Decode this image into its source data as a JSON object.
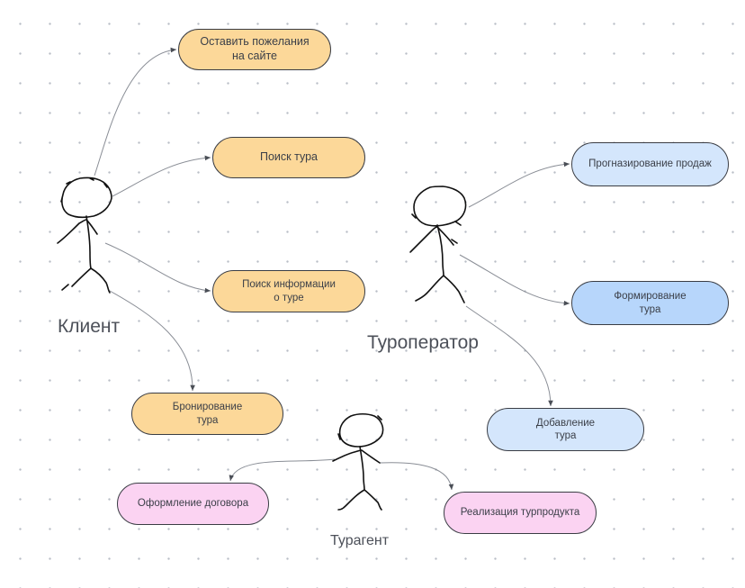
{
  "actors": {
    "client": "Клиент",
    "operator": "Туроператор",
    "agent": "Турагент"
  },
  "use_cases": {
    "client": {
      "wish": "Оставить пожелания\nна сайте",
      "search": "Поиск тура",
      "info": "Поиск информации\nо туре",
      "booking": "Бронирование\nтура"
    },
    "operator": {
      "forecast": "Прогназирование продаж",
      "formation": "Формирование\nтура",
      "adding": "Добавление\nтура"
    },
    "agent": {
      "contract": "Оформление договора",
      "realization": "Реализация турпродукта"
    }
  },
  "colors": {
    "client_nodes": "#fcd899",
    "operator_nodes": "#d4e6fc",
    "operator_node_highlight": "#b7d6fb",
    "agent_nodes": "#fbd3f2",
    "connectors": "#8a8e96",
    "outline": "#3a3d44"
  }
}
